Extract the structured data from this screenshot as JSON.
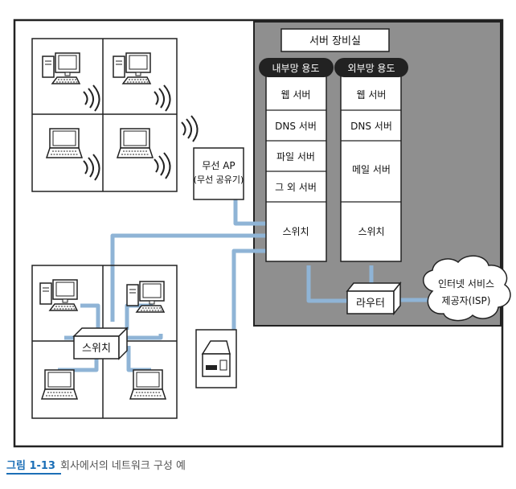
{
  "diagram": {
    "server_room": {
      "title": "서버 장비실",
      "internal": {
        "header": "내부망 용도",
        "items": [
          "웹 서버",
          "DNS 서버",
          "파일 서버",
          "그 외 서버",
          "스위치"
        ]
      },
      "external": {
        "header": "외부망 용도",
        "items": [
          "웹 서버",
          "DNS 서버",
          "메일 서버",
          "스위치"
        ]
      }
    },
    "wireless_ap": {
      "line1": "무선 AP",
      "line2": "(무선 공유기)"
    },
    "office_switch": "스위치",
    "router": "라우터",
    "isp": {
      "line1": "인터넷 서비스",
      "line2": "제공자(ISP)"
    }
  },
  "caption": {
    "label": "그림 1-13",
    "text": "회사에서의 네트워크 구성 예"
  },
  "colors": {
    "server_room_bg": "#8f8f8f",
    "cable": "#8fb4d6",
    "header_bg": "#222222",
    "caption_accent": "#1c6fb7"
  }
}
